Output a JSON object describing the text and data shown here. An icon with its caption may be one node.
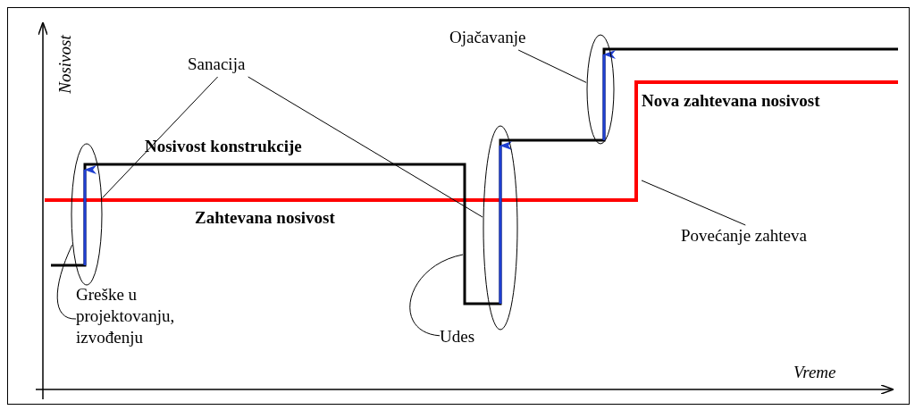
{
  "diagram": {
    "nodes": [
      {
        "text": [
          "Sanacija"
        ]
      },
      {
        "text": [],
        "shape": "ellipse"
      },
      {
        "text": [],
        "shape": "ellipse"
      },
      {
        "text": [
          "Ojačavanje"
        ]
      },
      {
        "text": [],
        "shape": "ellipse"
      },
      {
        "text": [
          "Greške u projektovanju, izvođenju"
        ]
      },
      {
        "text": [
          "Udes"
        ]
      },
      {
        "text": [
          "Povećanje zahteva"
        ]
      }
    ],
    "edges": [
      {
        "from": 0,
        "to": 1,
        "arrow": "none"
      },
      {
        "from": 0,
        "to": 2,
        "arrow": "none"
      },
      {
        "from": 3,
        "to": 4,
        "arrow": "none"
      },
      {
        "from": 5,
        "to": 1,
        "arrow": "none"
      },
      {
        "from": 6,
        "to": null,
        "arrow": "none"
      },
      {
        "from": 7,
        "to": null,
        "arrow": "none"
      }
    ],
    "labels": [
      "Nosivost",
      "Nosivost konstrukcije",
      "Nova zahtevana nosivost",
      "Zahtevana nosivost",
      "Vreme"
    ]
  }
}
